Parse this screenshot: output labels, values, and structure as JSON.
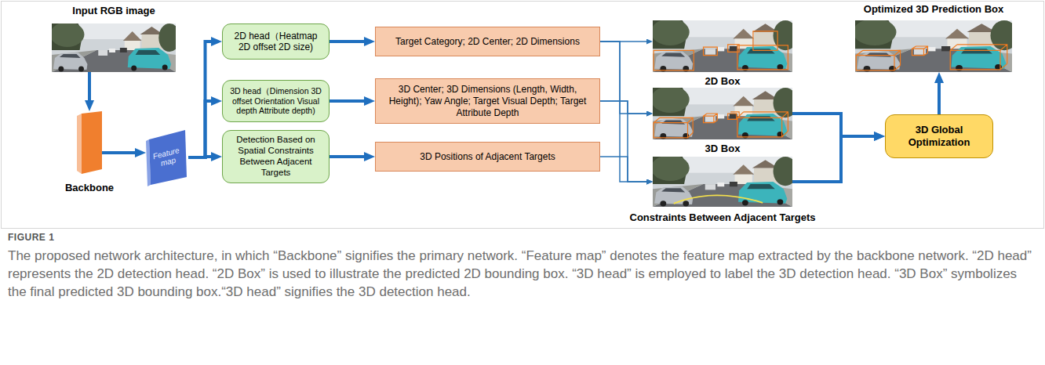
{
  "diagram": {
    "caption": "The proposed network architecture, in which “Backbone” signifies the primary network. “Feature map” denotes the feature map extracted by the backbone network. “2D head” represents the 2D detection head. “2D Box” is used to illustrate the predicted 2D bounding box. “3D head” is employed to label the 3D detection head. “3D Box” symbolizes the final predicted 3D bounding box.“3D head” signifies the 3D detection head.",
    "nodes": [
      {
        "text": [
          "Input RGB image"
        ]
      },
      {
        "text": [
          "Backbone"
        ]
      },
      {
        "text": [
          "Feature map"
        ]
      },
      {
        "text": [
          "2D head（Heatmap 2D offset 2D size)"
        ]
      },
      {
        "text": [
          "3D head（Dimension 3D offset Orientation Visual depth Attribute depth)"
        ]
      },
      {
        "text": [
          "Detection Based on Spatial Constraints Between Adjacent Targets"
        ]
      },
      {
        "text": [
          "Target Category; 2D Center; 2D Dimensions"
        ]
      },
      {
        "text": [
          "3D Center; 3D Dimensions (Length, Width, Height); Yaw Angle; Target Visual Depth; Target Attribute Depth"
        ]
      },
      {
        "text": [
          "3D Positions of Adjacent Targets"
        ]
      },
      {
        "text": [
          "2D Box"
        ]
      },
      {
        "text": [
          "3D Box"
        ]
      },
      {
        "text": [
          "Constraints Between Adjacent Targets"
        ]
      },
      {
        "text": [
          "Optimized 3D Prediction Box"
        ]
      },
      {
        "text": [
          "3D Global Optimization"
        ]
      }
    ],
    "edges": [
      {
        "from": 0,
        "to": 1,
        "arrow": "to"
      },
      {
        "from": 1,
        "to": 2,
        "arrow": "to"
      },
      {
        "from": 2,
        "to": 3,
        "arrow": "to"
      },
      {
        "from": 2,
        "to": 4,
        "arrow": "to"
      },
      {
        "from": 2,
        "to": 5,
        "arrow": "to"
      },
      {
        "from": 3,
        "to": 6,
        "arrow": "to"
      },
      {
        "from": 4,
        "to": 7,
        "arrow": "to"
      },
      {
        "from": 5,
        "to": 8,
        "arrow": "to"
      },
      {
        "from": 6,
        "to": 9,
        "arrow": "to"
      },
      {
        "from": 6,
        "to": 10,
        "arrow": "to"
      },
      {
        "from": 6,
        "to": 11,
        "arrow": "to"
      },
      {
        "from": 7,
        "to": 10,
        "arrow": "to"
      },
      {
        "from": 7,
        "to": 11,
        "arrow": "to"
      },
      {
        "from": 8,
        "to": 11,
        "arrow": "to"
      },
      {
        "from": 10,
        "to": 13,
        "arrow": "to"
      },
      {
        "from": 11,
        "to": 13,
        "arrow": "to"
      },
      {
        "from": 13,
        "to": 12,
        "arrow": "to"
      }
    ],
    "labels": [
      "FIGURE 1"
    ]
  }
}
